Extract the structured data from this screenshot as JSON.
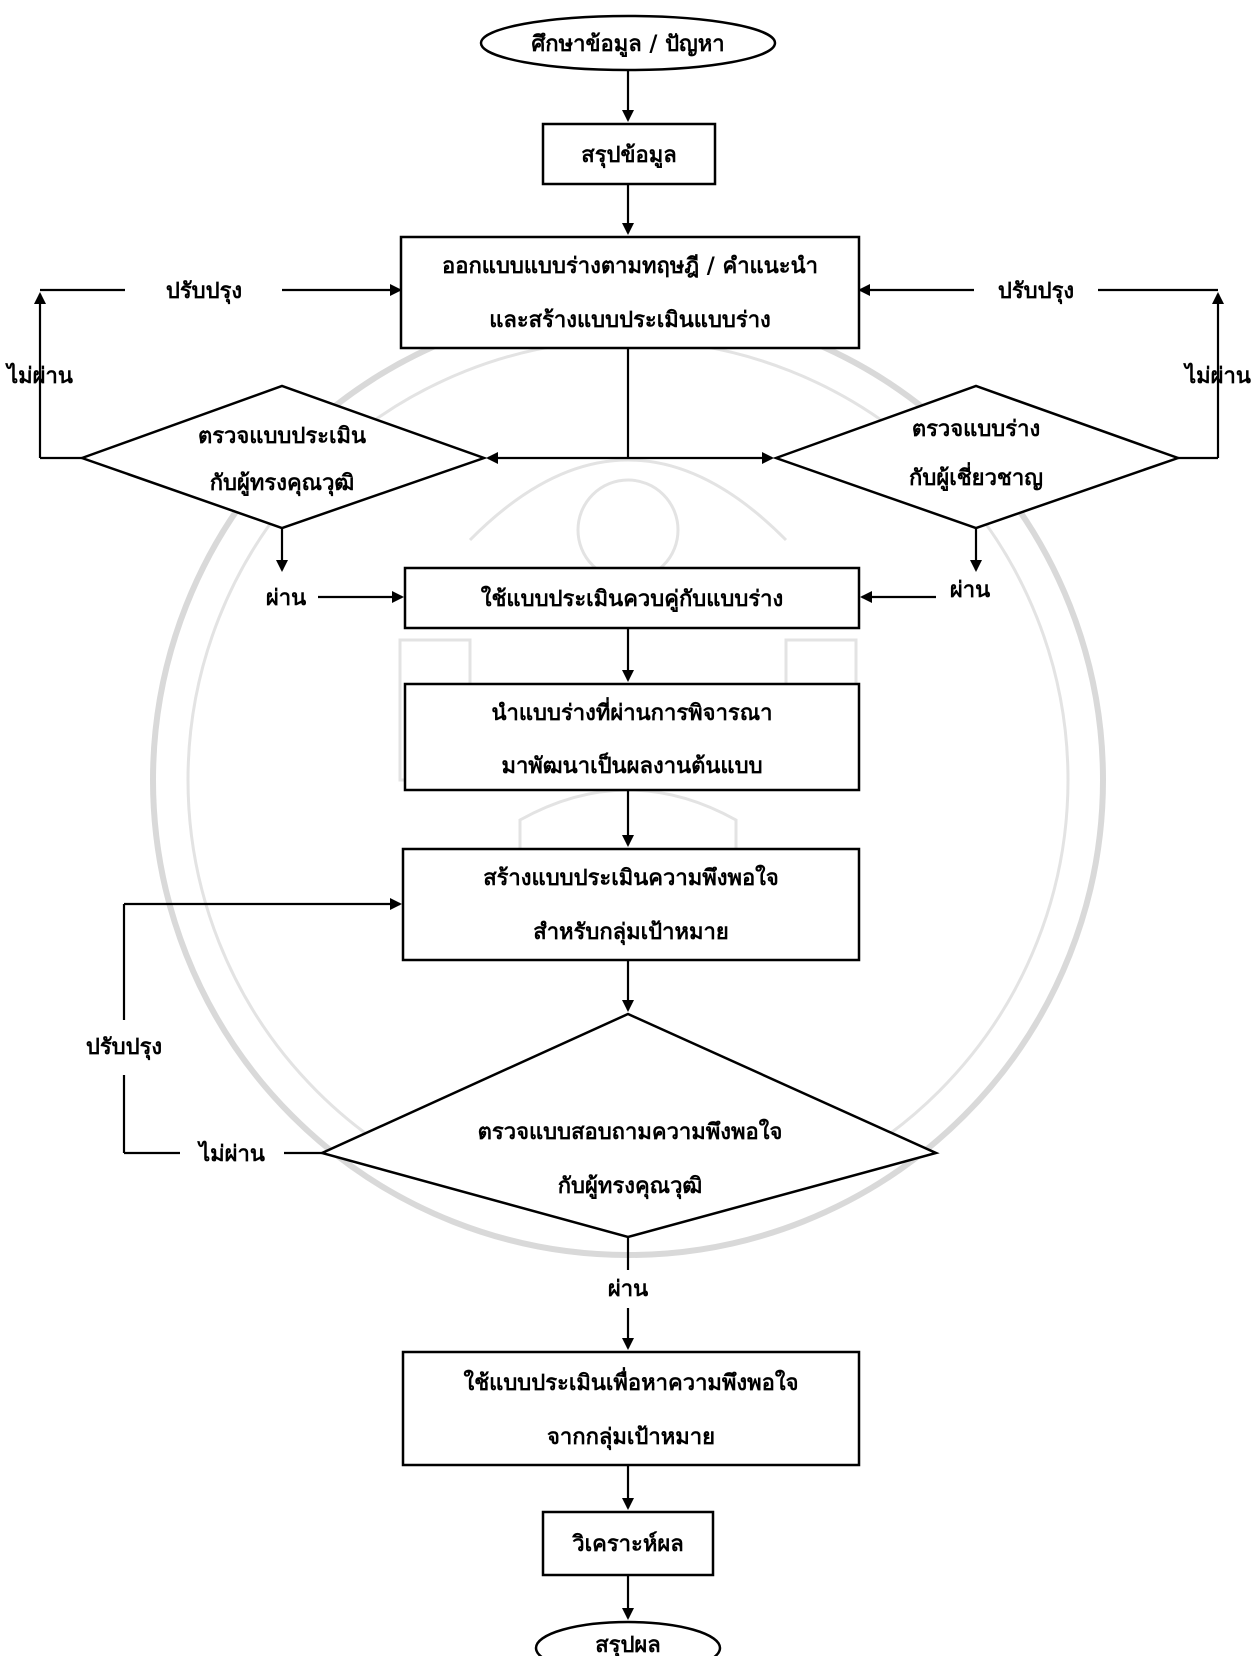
{
  "nodes": {
    "start": "ศึกษาข้อมูล / ปัญหา",
    "summarize_data": "สรุปข้อมูล",
    "design_line1": "ออกแบบแบบร่างตามทฤษฎี / คำแนะนำ",
    "design_line2": "และสร้างแบบประเมินแบบร่าง",
    "check_eval_line1": "ตรวจแบบประเมิน",
    "check_eval_line2": "กับผู้ทรงคุณวุฒิ",
    "check_draft_line1": "ตรวจแบบร่าง",
    "check_draft_line2": "กับผู้เชี่ยวชาญ",
    "use_eval": "ใช้แบบประเมินควบคู่กับแบบร่าง",
    "develop_line1": "นำแบบร่างที่ผ่านการพิจารณา",
    "develop_line2": "มาพัฒนาเป็นผลงานต้นแบบ",
    "create_satisfaction_line1": "สร้างแบบประเมินความพึงพอใจ",
    "create_satisfaction_line2": "สำหรับกลุ่มเป้าหมาย",
    "check_survey_line1": "ตรวจแบบสอบถามความพึงพอใจ",
    "check_survey_line2": "กับผู้ทรงคุณวุฒิ",
    "use_satisfaction_line1": "ใช้แบบประเมินเพื่อหาความพึงพอใจ",
    "use_satisfaction_line2": "จากกลุ่มเป้าหมาย",
    "analyze": "วิเคราะห์ผล",
    "end": "สรุปผล"
  },
  "edge_labels": {
    "improve_left": "ปรับปรุง",
    "improve_right": "ปรับปรุง",
    "fail_left": "ไม่ผ่าน",
    "fail_right": "ไม่ผ่าน",
    "pass_left": "ผ่าน",
    "pass_right": "ผ่าน",
    "improve_bottom": "ปรับปรุง",
    "fail_bottom": "ไม่ผ่าน",
    "pass_bottom": "ผ่าน"
  }
}
